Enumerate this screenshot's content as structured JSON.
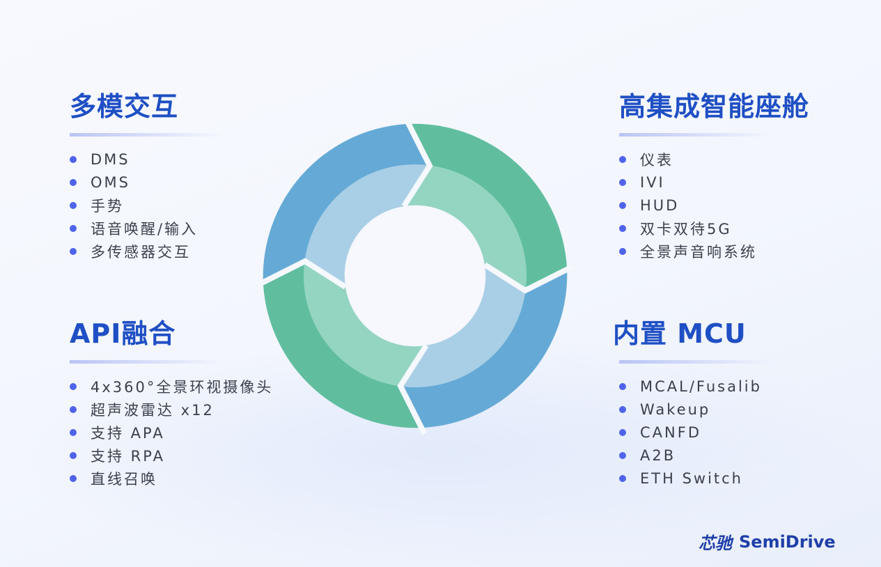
{
  "sections": [
    {
      "title": "多模交互",
      "items": [
        "DMS",
        "OMS",
        "手势",
        "语音唤醒/输入",
        "多传感器交互"
      ]
    },
    {
      "title": "高集成智能座舱",
      "items": [
        "仪表",
        "IVI",
        "HUD",
        "双卡双待5G",
        "全景声音响系统"
      ]
    },
    {
      "title": "API融合",
      "items": [
        "4x360°全景环视摄像头",
        "超声波雷达 x12",
        "支持 APA",
        "支持 RPA",
        "直线召唤"
      ]
    },
    {
      "title": "内置 MCU",
      "items": [
        "MCAL/Fusalib",
        "Wakeup",
        "CANFD",
        "A2B",
        "ETH Switch"
      ]
    }
  ],
  "logo": {
    "cn": "芯驰",
    "en": "SemiDrive"
  },
  "colors": {
    "title": "#1f4fc4",
    "bullet": "#4f63ea",
    "green_dark": "#60be9e",
    "green_light": "#94d5c1",
    "blue_dark": "#65aad6",
    "blue_light": "#a9cfe6"
  }
}
